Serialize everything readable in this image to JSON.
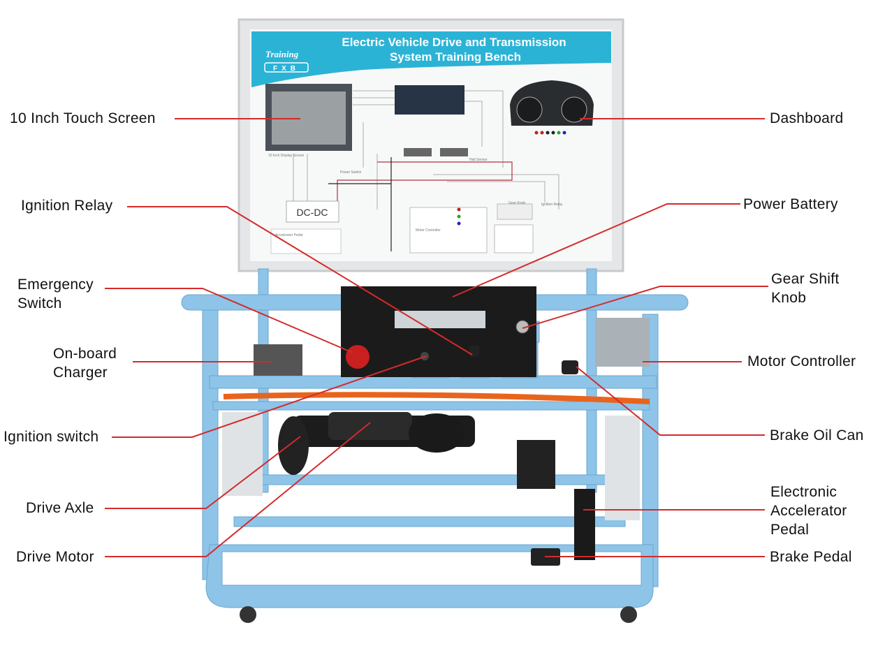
{
  "board": {
    "title_line1": "Electric Vehicle Drive and Transmission",
    "title_line2": "System Training Bench",
    "logo_text": "Training",
    "logo_brand": "FXB",
    "dcdc_label": "DC-DC",
    "motor_controller_label": "Motor Controller",
    "power_switch_label": "Power Switch",
    "hall_sensor_label": "Hall Sensor",
    "gear_knob_label": "Gear Knob",
    "ignition_relay_label": "Ignition Relay",
    "accelerator_pedal_label": "Accelerator Pedal",
    "display_label": "10 Inch Display Screen"
  },
  "labels": {
    "touch_screen": "10 Inch Touch Screen",
    "dashboard": "Dashboard",
    "ignition_relay": "Ignition Relay",
    "power_battery": "Power Battery",
    "emergency_switch_1": "Emergency",
    "emergency_switch_2": "Switch",
    "gear_shift_knob_1": "Gear Shift",
    "gear_shift_knob_2": "Knob",
    "onboard_charger_1": "On-board",
    "onboard_charger_2": "Charger",
    "motor_controller": "Motor Controller",
    "ignition_switch": "Ignition switch",
    "brake_oil_can": "Brake Oil Can",
    "drive_axle": "Drive Axle",
    "accelerator_pedal_1": "Electronic",
    "accelerator_pedal_2": "Accelerator",
    "accelerator_pedal_3": "Pedal",
    "drive_motor": "Drive Motor",
    "brake_pedal": "Brake Pedal"
  },
  "colors": {
    "frame": "#8ec4e8",
    "banner": "#2bb3d6",
    "leader": "#d42a2a"
  }
}
